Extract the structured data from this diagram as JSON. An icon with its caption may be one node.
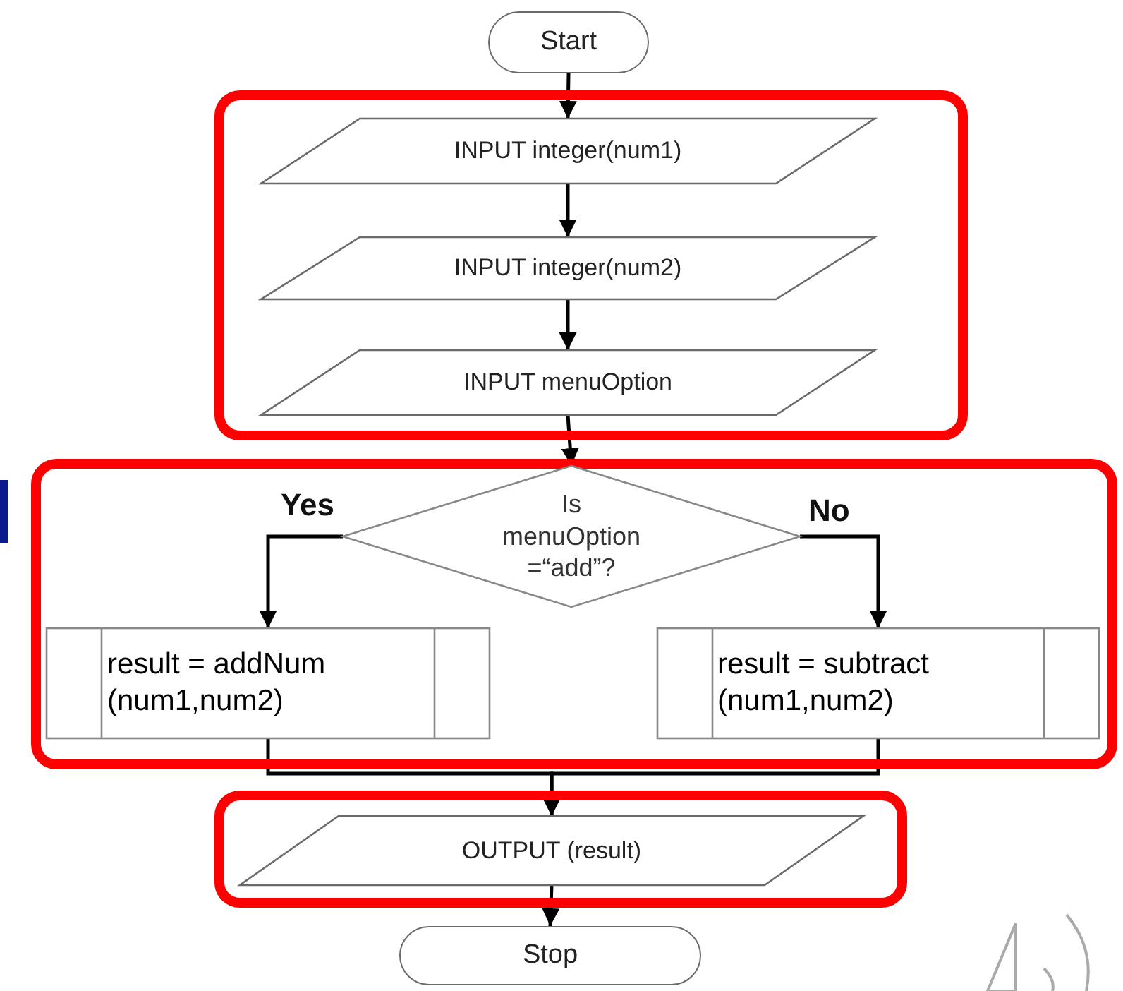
{
  "diagram": {
    "nodes": [
      {
        "text": [
          "Start"
        ]
      },
      {
        "text": [],
        "shape": "box"
      },
      {
        "text": [
          "INPUT integer(num1)"
        ],
        "in": 1
      },
      {
        "text": [
          "INPUT integer(num2)"
        ],
        "in": 1
      },
      {
        "text": [
          "INPUT menuOption"
        ],
        "in": 1
      },
      {
        "text": [],
        "shape": "box"
      },
      {
        "text": [
          "Is menuOption =“add”?"
        ],
        "in": 5
      },
      {
        "text": [
          "result = addNum (num1,num2)"
        ],
        "in": 5
      },
      {
        "text": [
          "result = subtract (num1,num2)"
        ],
        "in": 5
      },
      {
        "text": [],
        "shape": "box"
      },
      {
        "text": [
          "OUTPUT (result)"
        ],
        "in": 9
      },
      {
        "text": [
          "Stop"
        ]
      }
    ],
    "edges": [
      {
        "from": 0,
        "to": 2,
        "arrow": "to"
      },
      {
        "from": 2,
        "to": 3,
        "arrow": "to"
      },
      {
        "from": 3,
        "to": 4,
        "arrow": "to"
      },
      {
        "from": 4,
        "to": 6,
        "arrow": "to"
      },
      {
        "from": 6,
        "to": 7,
        "arrow": "to",
        "label": "Yes"
      },
      {
        "from": 6,
        "to": 8,
        "arrow": "to",
        "label": "No"
      },
      {
        "from": 7,
        "to": 10,
        "arrow": "to"
      },
      {
        "from": 8,
        "to": 10,
        "arrow": "to"
      },
      {
        "from": 10,
        "to": 11,
        "arrow": "to"
      }
    ]
  }
}
